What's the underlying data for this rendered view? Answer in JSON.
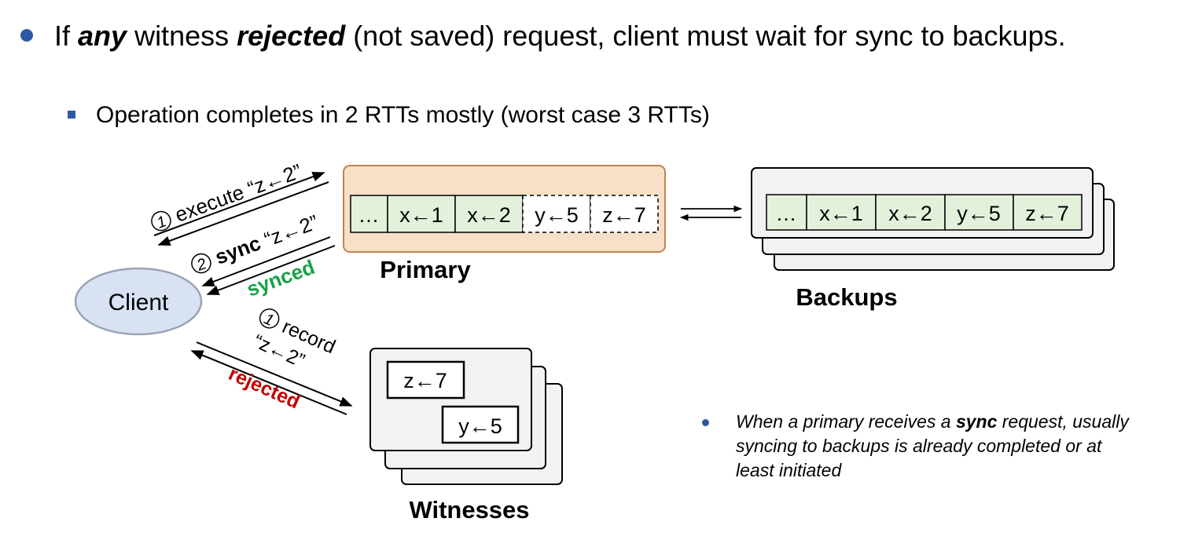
{
  "header": {
    "bullet1": {
      "part1": "If ",
      "any": "any",
      "part2": " witness ",
      "rejected": "rejected",
      "part3": " (not saved) request, client must wait for sync to backups."
    },
    "bullet2": "Operation completes in 2 RTTs mostly (worst case 3 RTTs)"
  },
  "diagram": {
    "client_label": "Client",
    "primary_label": "Primary",
    "backups_label": "Backups",
    "witnesses_label": "Witnesses",
    "primary_log": [
      "…",
      "x←1",
      "x←2",
      "y←5",
      "z←7"
    ],
    "backups_log": [
      "…",
      "x←1",
      "x←2",
      "y←5",
      "z←7"
    ],
    "witness_entries": [
      "z←7",
      "y←5"
    ],
    "step1_num": "1",
    "step2_num": "2",
    "step3_num": "1",
    "execute_label": "execute “z←2”",
    "sync_bold": "sync",
    "sync_rest": " “z←2”",
    "synced_label": "synced",
    "record_label": "record",
    "record_arg": "“z←2”",
    "rejected_label": "rejected"
  },
  "note": {
    "part1": "When a primary receives a ",
    "bold": "sync",
    "part2": " request, usually syncing to backups is already completed or at least initiated"
  },
  "colors": {
    "bullet": "#2e58a6",
    "primary_box": "#f7dfc8",
    "primary_border": "#c0834f",
    "log_cell": "#e3f1da",
    "client_fill": "#d9e2f3",
    "client_border": "#9aa3b3",
    "synced": "#1aa04a",
    "rejected": "#c00000",
    "panel": "#f2f2f2"
  }
}
